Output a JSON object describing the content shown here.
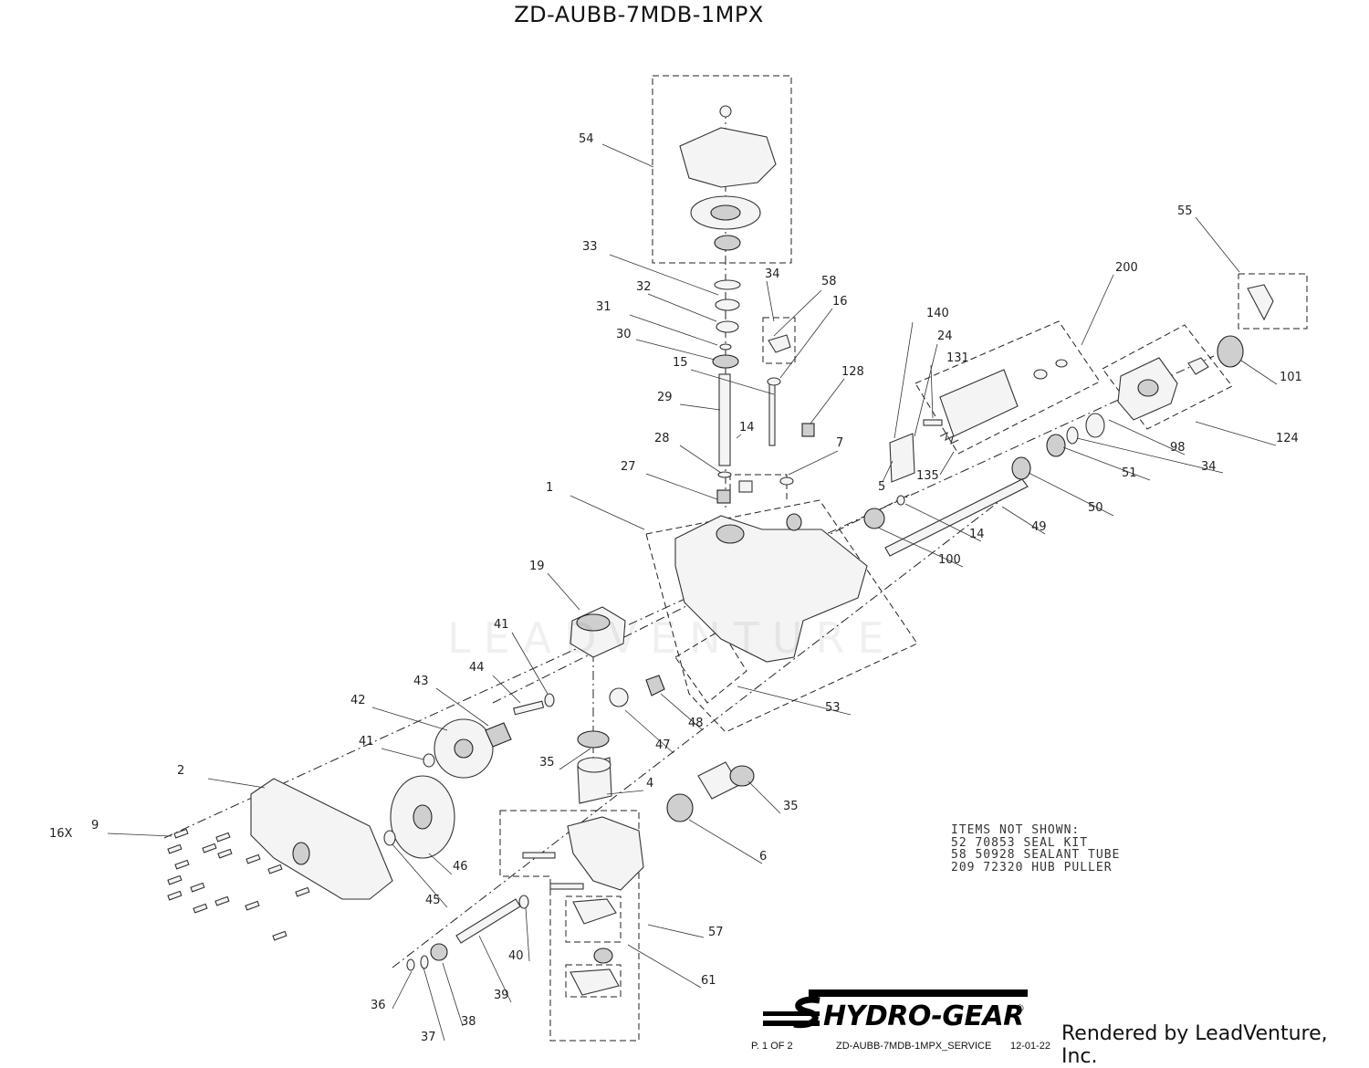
{
  "header": {
    "title": "ZD-AUBB-7MDB-1MPX"
  },
  "callouts": [
    {
      "label": "54"
    },
    {
      "label": "33"
    },
    {
      "label": "32"
    },
    {
      "label": "31"
    },
    {
      "label": "30"
    },
    {
      "label": "15"
    },
    {
      "label": "29"
    },
    {
      "label": "14"
    },
    {
      "label": "28"
    },
    {
      "label": "27"
    },
    {
      "label": "34"
    },
    {
      "label": "58"
    },
    {
      "label": "16"
    },
    {
      "label": "128"
    },
    {
      "label": "7"
    },
    {
      "label": "140"
    },
    {
      "label": "24"
    },
    {
      "label": "131"
    },
    {
      "label": "135"
    },
    {
      "label": "5"
    },
    {
      "label": "200"
    },
    {
      "label": "55"
    },
    {
      "label": "101"
    },
    {
      "label": "124"
    },
    {
      "label": "98"
    },
    {
      "label": "34"
    },
    {
      "label": "51"
    },
    {
      "label": "50"
    },
    {
      "label": "49"
    },
    {
      "label": "14"
    },
    {
      "label": "100"
    },
    {
      "label": "1"
    },
    {
      "label": "19"
    },
    {
      "label": "41"
    },
    {
      "label": "44"
    },
    {
      "label": "43"
    },
    {
      "label": "42"
    },
    {
      "label": "41"
    },
    {
      "label": "53"
    },
    {
      "label": "48"
    },
    {
      "label": "47"
    },
    {
      "label": "35"
    },
    {
      "label": "4"
    },
    {
      "label": "35"
    },
    {
      "label": "6"
    },
    {
      "label": "2"
    },
    {
      "label": "9"
    },
    {
      "label": "16X"
    },
    {
      "label": "46"
    },
    {
      "label": "45"
    },
    {
      "label": "57"
    },
    {
      "label": "61"
    },
    {
      "label": "40"
    },
    {
      "label": "39"
    },
    {
      "label": "38"
    },
    {
      "label": "37"
    },
    {
      "label": "36"
    }
  ],
  "notes": {
    "heading": "ITEMS NOT SHOWN:",
    "items": [
      "52 70853 SEAL KIT",
      "58 50928 SEALANT TUBE",
      "209 72320 HUB PULLER"
    ]
  },
  "brand": {
    "logo_text": "HYDRO-GEAR",
    "registered": "®",
    "watermark": "LEADVENTURE"
  },
  "footer": {
    "page": "P. 1 OF 2",
    "doc_id": "ZD-AUBB-7MDB-1MPX_SERVICE",
    "date": "12-01-22",
    "rendered_by": "Rendered by LeadVenture, Inc."
  }
}
